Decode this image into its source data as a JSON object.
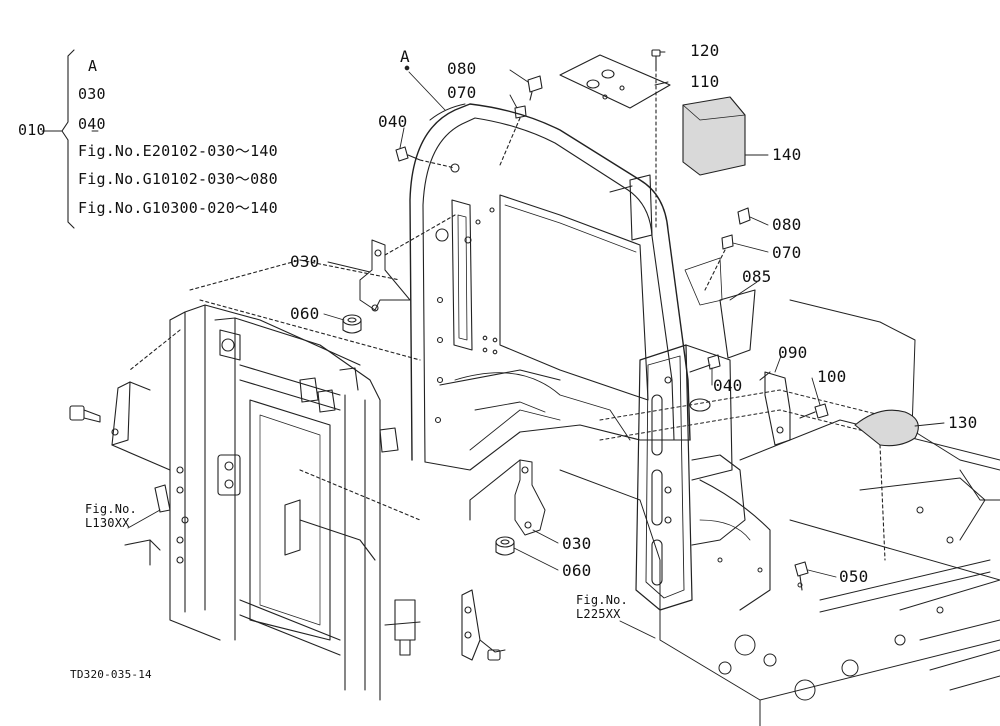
{
  "legend": {
    "part_no": "010",
    "letter": "A",
    "items": [
      "030",
      "040"
    ],
    "refs": [
      "Fig.No.E20102-030～140",
      "Fig.No.G10102-030～080",
      "Fig.No.G10300-020～140"
    ]
  },
  "callouts": {
    "a_marker": "A",
    "p120": "120",
    "p110": "110",
    "p080_top": "080",
    "p070_top": "070",
    "p040_top": "040",
    "p140": "140",
    "p080_right": "080",
    "p070_right": "070",
    "p085": "085",
    "p030_left": "030",
    "p060_left": "060",
    "p040_mid": "040",
    "p090": "090",
    "p100": "100",
    "p130": "130",
    "p030_bottom": "030",
    "p060_bottom": "060",
    "p050": "050"
  },
  "fig_refs": {
    "left_fig": "Fig.No.",
    "left_code": "L130XX",
    "right_fig": "Fig.No.",
    "right_code": "L225XX"
  },
  "drawing_id": "TD320-035-14"
}
